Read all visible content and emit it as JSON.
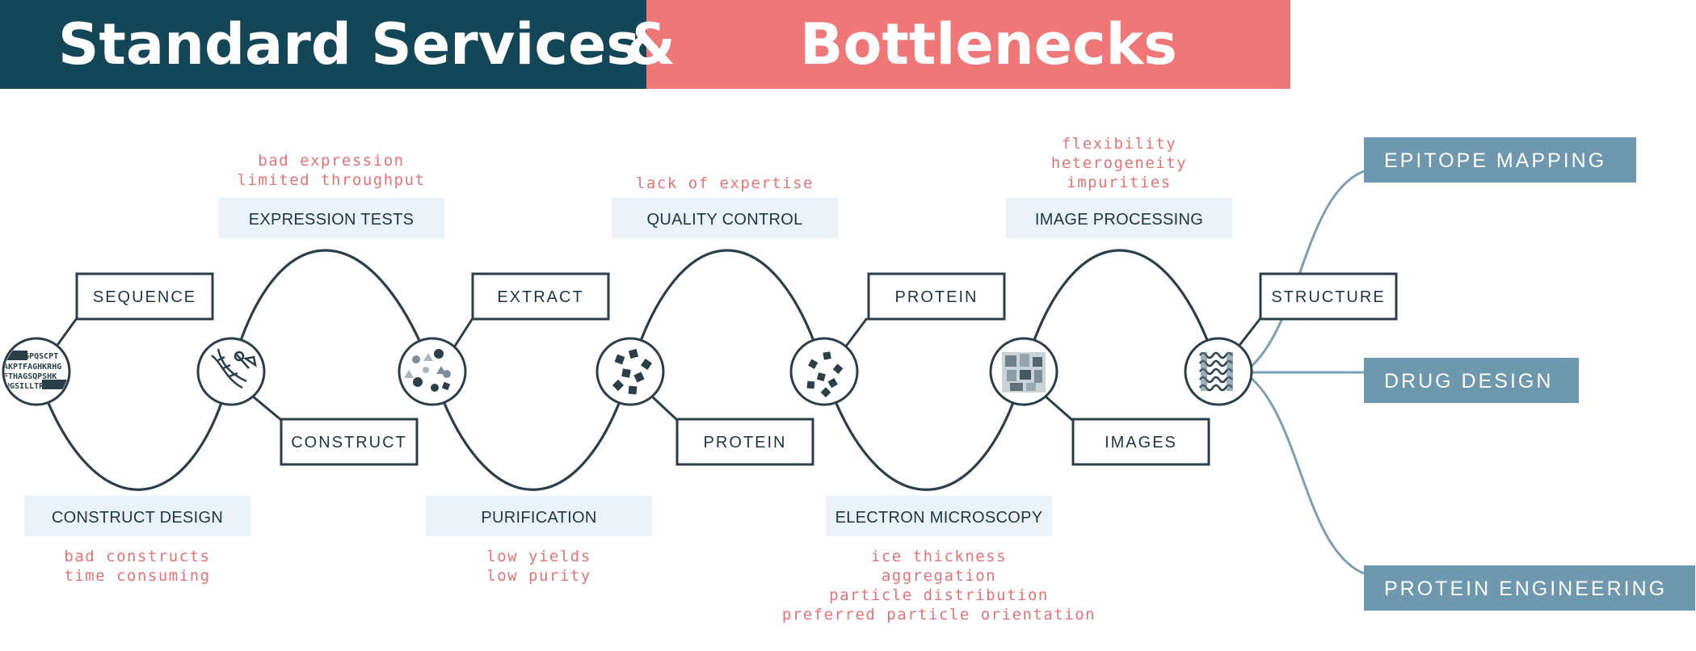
{
  "header": {
    "left_title": "Standard Services",
    "ampersand": "&",
    "right_title": "Bottlenecks"
  },
  "colors": {
    "dark_teal": "#134757",
    "coral": "#ef7777",
    "curve": "#2b3f49",
    "light_box": "#eaf2f7",
    "output_box": "#6d98ad",
    "branch_line": "#7c9fb1"
  },
  "steps": {
    "construct_design": "CONSTRUCT DESIGN",
    "expression_tests": "EXPRESSION TESTS",
    "purification": "PURIFICATION",
    "quality_control": "QUALITY CONTROL",
    "electron_microscopy": "ELECTRON MICROSCOPY",
    "image_processing": "IMAGE PROCESSING"
  },
  "items": {
    "sequence": "SEQUENCE",
    "construct": "CONSTRUCT",
    "extract": "EXTRACT",
    "protein_top": "PROTEIN",
    "protein_bottom": "PROTEIN",
    "images": "IMAGES",
    "structure": "STRUCTURE"
  },
  "bottlenecks": {
    "expression_tests": [
      "bad expression",
      "limited throughput"
    ],
    "construct_design": [
      "bad constructs",
      "time consuming"
    ],
    "quality_control": [
      "lack of expertise"
    ],
    "purification": [
      "low yields",
      "low purity"
    ],
    "image_processing": [
      "flexibility",
      "heterogeneity",
      "impurities"
    ],
    "electron_microscopy": [
      "ice thickness",
      "aggregation",
      "particle distribution",
      "preferred particle orientation"
    ]
  },
  "sequence_text": [
    "IGSAGPQSCPT",
    "AKPTFAGHKRHG",
    "FTHAGSQPSHK",
    "NGSILLTRLKM"
  ],
  "outputs": [
    "EPITOPE MAPPING",
    "DRUG DESIGN",
    "PROTEIN ENGINEERING"
  ],
  "icons": [
    "sequence-icon",
    "dna-wrench-icon",
    "extract-particles-icon",
    "protein-particles-icon",
    "protein-sample-icon",
    "em-image-icon",
    "structure-icon"
  ]
}
